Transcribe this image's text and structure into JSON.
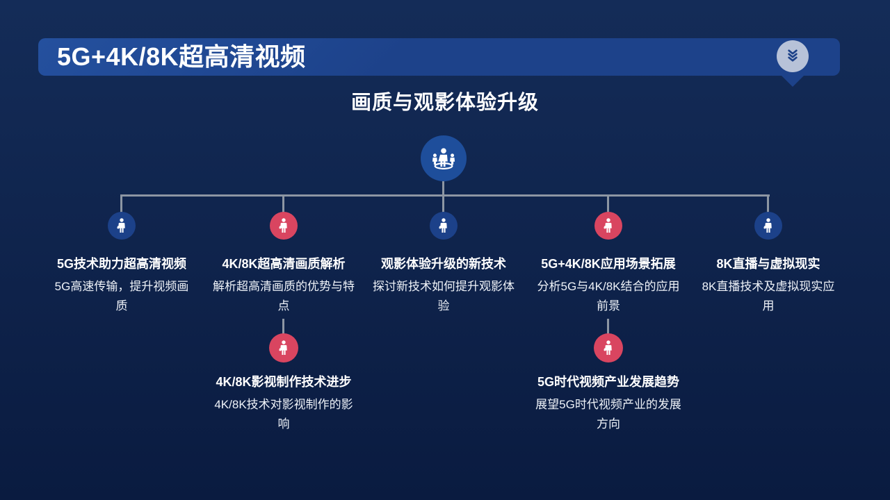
{
  "header": {
    "title": "5G+4K/8K超高清视频",
    "subtitle": "画质与观影体验升级"
  },
  "colors": {
    "bg_top": "#142c58",
    "bg_bottom": "#0a1b40",
    "title_bar": "#1d428a",
    "badge_bg": "#b7c2d8",
    "badge_glyph": "#1d4289",
    "root_node": "#1e4e9b",
    "node_blue": "#1c4189",
    "node_red": "#d94560",
    "connector": "#8d96a3"
  },
  "tree": {
    "root": {
      "icon": "team-group"
    },
    "branches": [
      {
        "title": "5G技术助力超高清视频",
        "description": "5G高速传输，提升视频画\n质",
        "node_color": "blue"
      },
      {
        "title": "4K/8K超高清画质解析",
        "description": "解析超高清画质的优势与特\n点",
        "node_color": "red"
      },
      {
        "title": "观影体验升级的新技术",
        "description": "探讨新技术如何提升观影体\n验",
        "node_color": "blue"
      },
      {
        "title": "5G+4K/8K应用场景拓展",
        "description": "分析5G与4K/8K结合的应用\n前景",
        "node_color": "red"
      },
      {
        "title": "8K直播与虚拟现实",
        "description": "8K直播技术及虚拟现实应\n用",
        "node_color": "blue"
      }
    ],
    "sub_branches": [
      {
        "parent_index": 1,
        "title": "4K/8K影视制作技术进步",
        "description": "4K/8K技术对影视制作的影\n响",
        "node_color": "red"
      },
      {
        "parent_index": 3,
        "title": "5G时代视频产业发展趋势",
        "description": "展望5G时代视频产业的发展\n方向",
        "node_color": "red"
      }
    ]
  }
}
